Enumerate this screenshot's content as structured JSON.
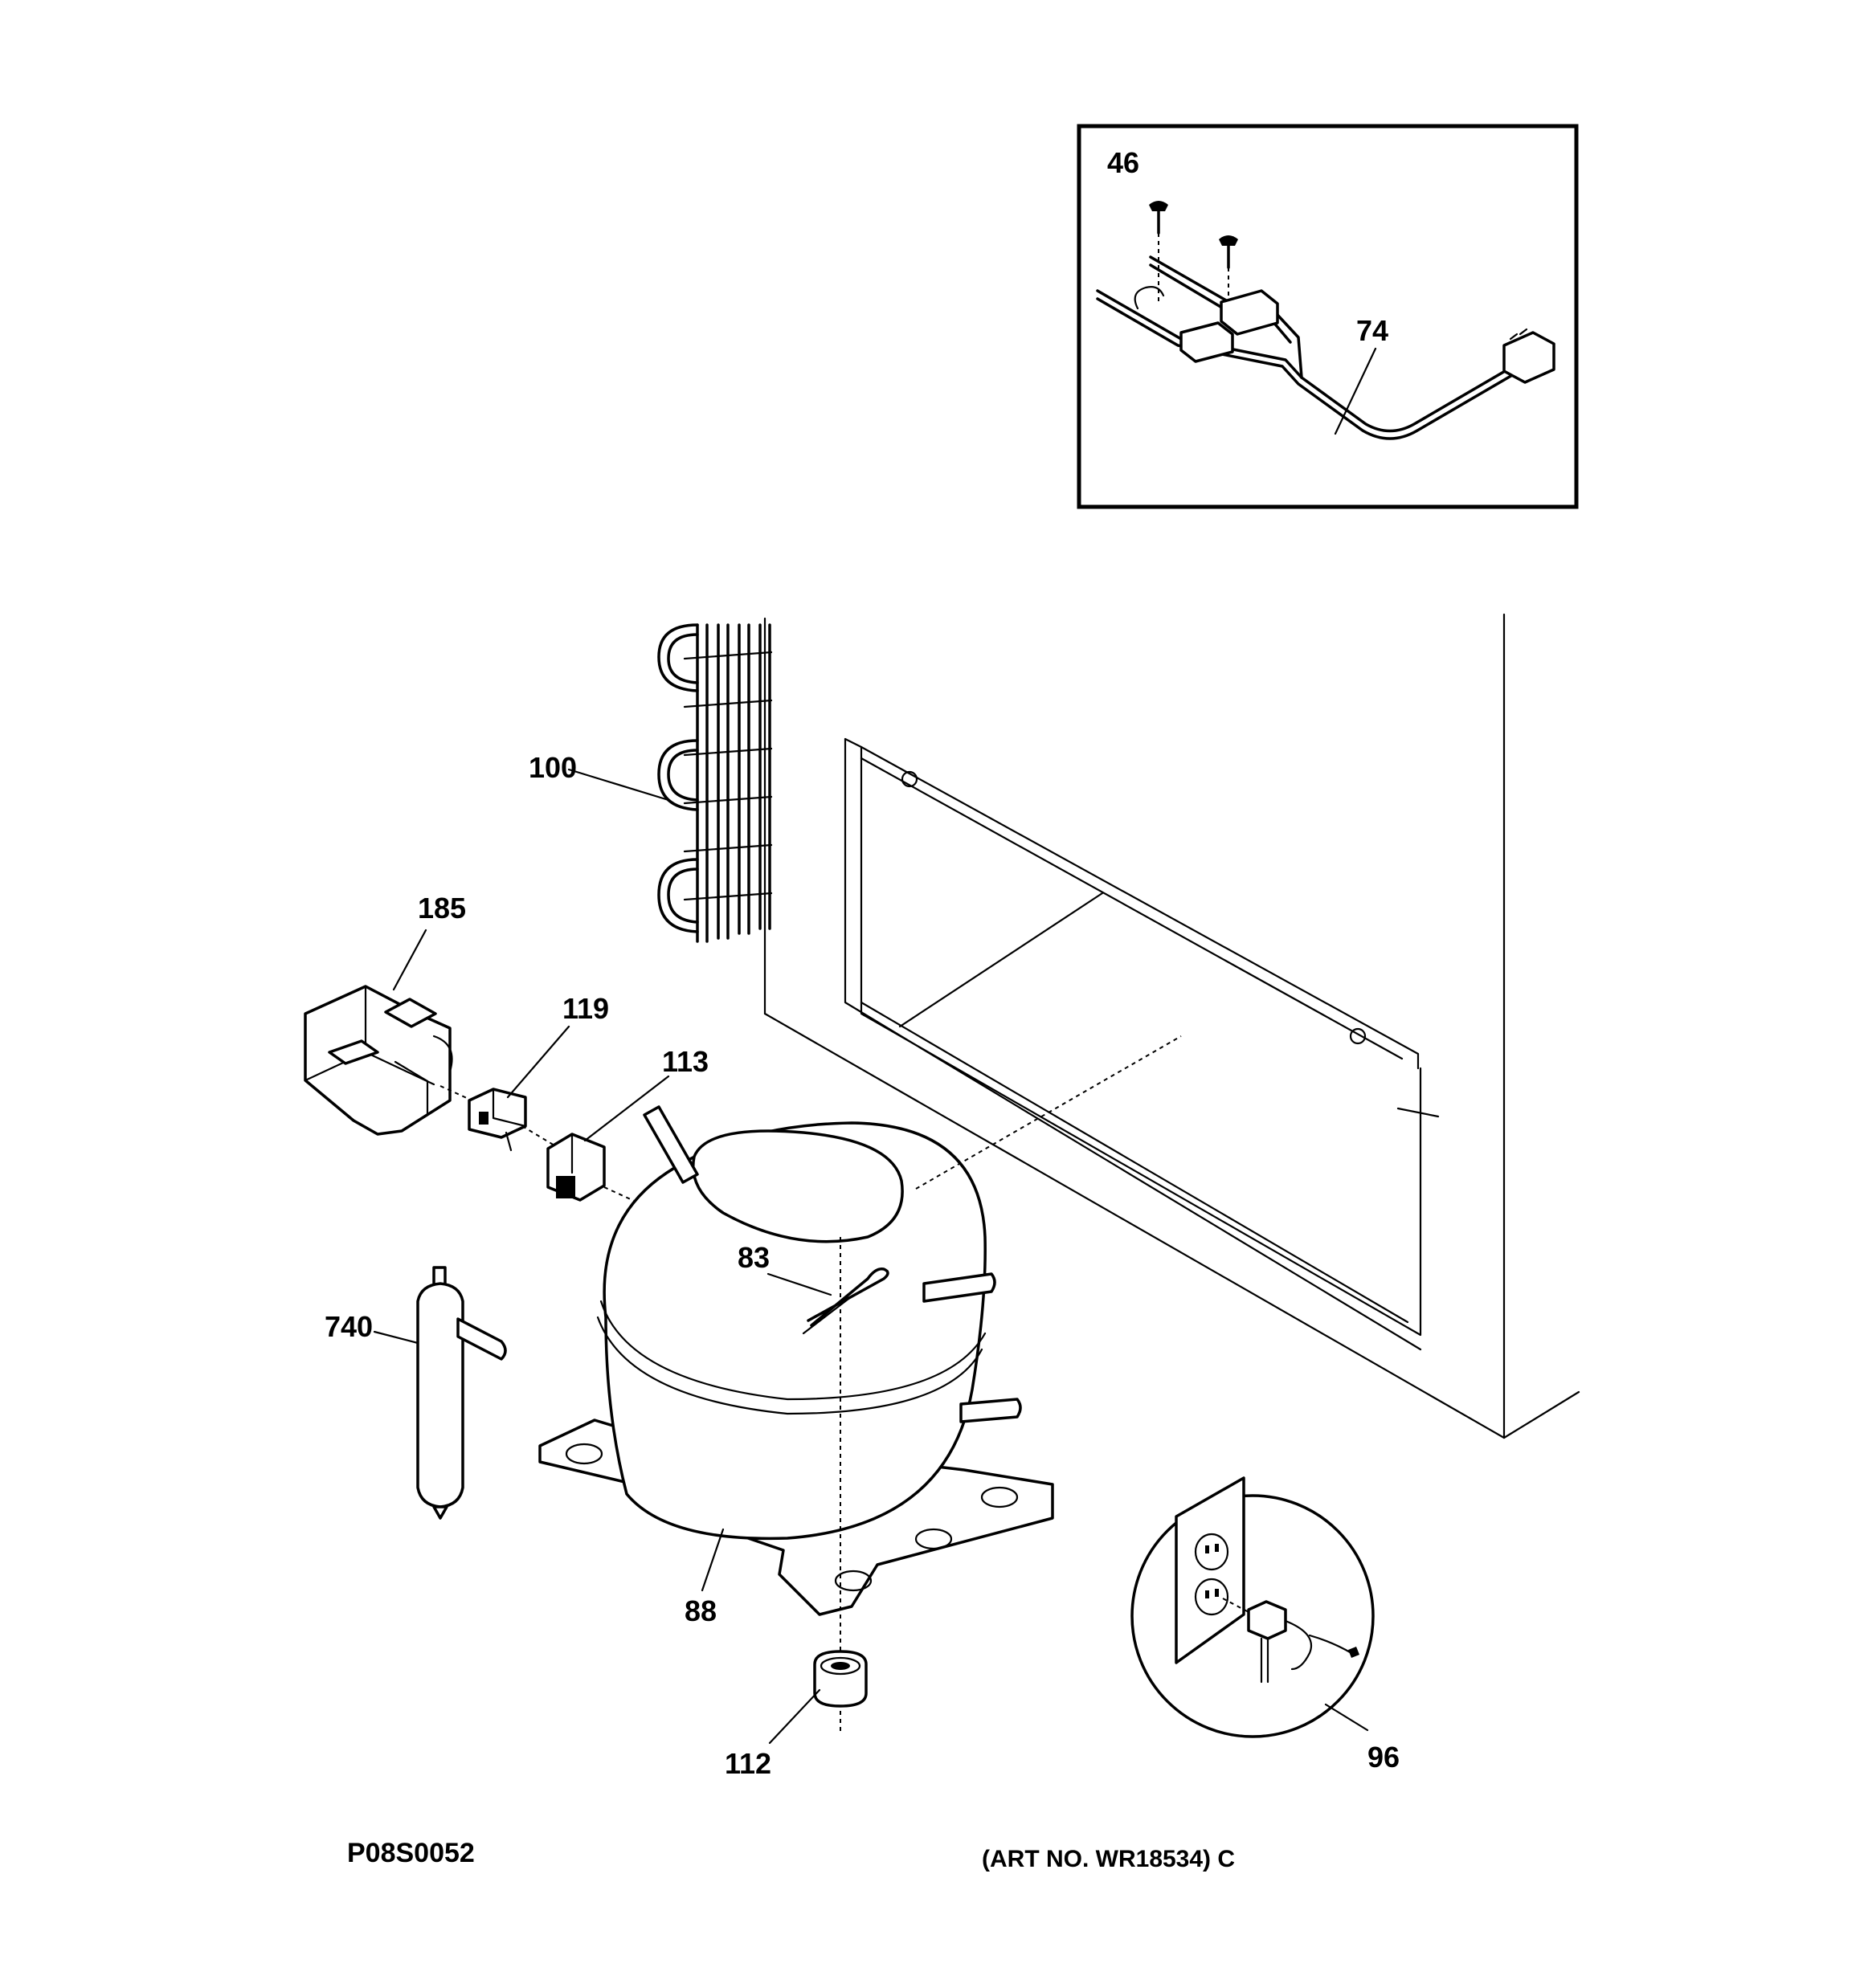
{
  "diagram": {
    "callouts": [
      {
        "id": "46",
        "label": "46"
      },
      {
        "id": "74",
        "label": "74"
      },
      {
        "id": "100",
        "label": "100"
      },
      {
        "id": "185",
        "label": "185"
      },
      {
        "id": "119",
        "label": "119"
      },
      {
        "id": "113",
        "label": "113"
      },
      {
        "id": "83",
        "label": "83"
      },
      {
        "id": "740",
        "label": "740"
      },
      {
        "id": "88",
        "label": "88"
      },
      {
        "id": "112",
        "label": "112"
      },
      {
        "id": "96",
        "label": "96"
      }
    ],
    "footer": {
      "diagram_code": "P08S0052",
      "art_number": "(ART NO. WR18534) C"
    }
  }
}
